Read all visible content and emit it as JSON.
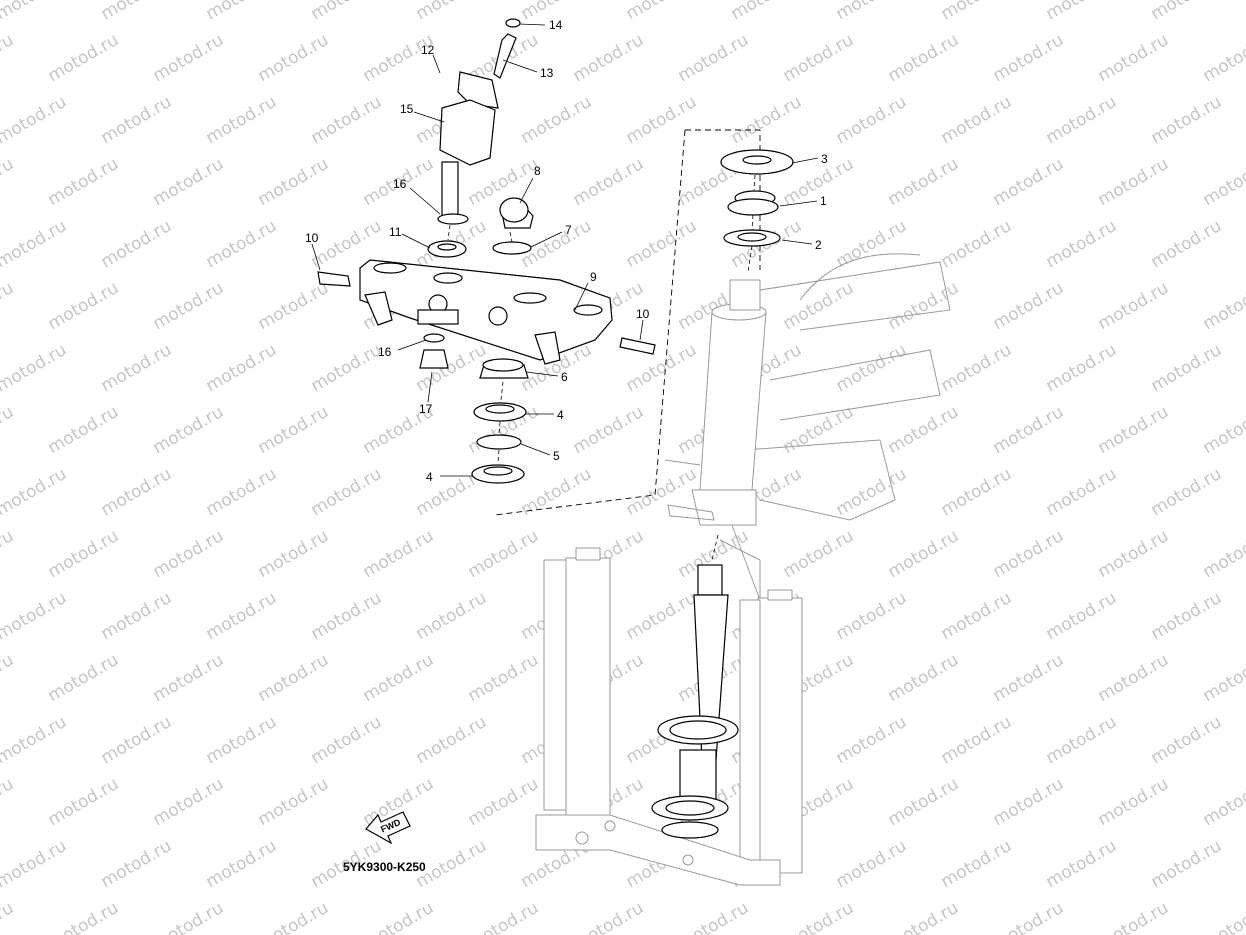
{
  "diagram": {
    "drawing_code": "5YK9300-K250",
    "fwd_label": "FWD",
    "watermark_text": "motod.ru",
    "callouts": [
      "1",
      "2",
      "3",
      "4",
      "4",
      "5",
      "6",
      "7",
      "8",
      "9",
      "10",
      "10",
      "11",
      "12",
      "13",
      "14",
      "15",
      "16",
      "16",
      "17"
    ]
  }
}
